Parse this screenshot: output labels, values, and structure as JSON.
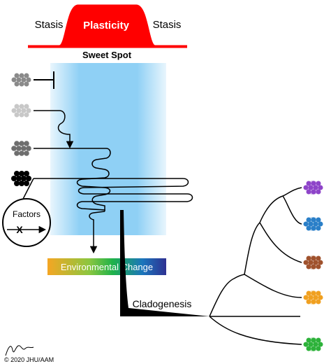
{
  "labels": {
    "stasis_left": "Stasis",
    "plasticity": "Plasticity",
    "stasis_right": "Stasis",
    "sweet_spot": "Sweet Spot",
    "factors": "Factors",
    "factor_x": "X",
    "environmental_change": "Environmental Change",
    "cladogenesis": "Cladogenesis",
    "copyright": "© 2020 JHU/AAM"
  },
  "colors": {
    "plasticity_peak": "#ff0000",
    "sweet_spot_band": "#8fd0f5",
    "gradient": [
      "#f5a623",
      "#8cc63f",
      "#1fb24a",
      "#1b75bc",
      "#2e3192"
    ],
    "ancestor_shades": [
      "#8a8a8a",
      "#c8c8c8",
      "#6e6e6e",
      "#000000"
    ],
    "descendants": [
      "#8e44c9",
      "#2a7fc8",
      "#a0522d",
      "#f0a020",
      "#2db23a"
    ]
  },
  "icons": [
    "cell-cluster-icon",
    "inhibit-bar-icon",
    "arrow-icon",
    "factor-x-icon"
  ]
}
